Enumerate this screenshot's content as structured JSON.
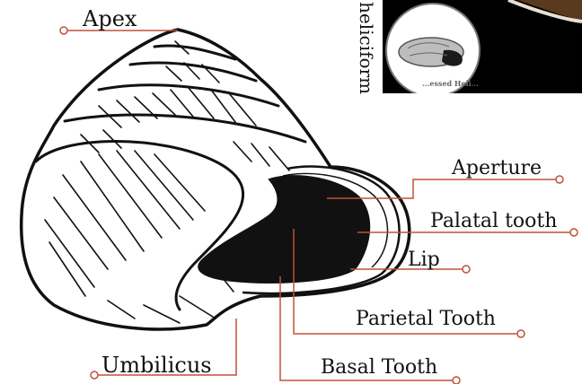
{
  "labels": {
    "apex": "Apex",
    "aperture": "Aperture",
    "palatal_tooth": "Palatal tooth",
    "lip": "Lip",
    "parietal_tooth": "Parietal Tooth",
    "umbilicus": "Umbilicus",
    "basal_tooth": "Basal Tooth"
  },
  "inset": {
    "side_text": "heliciform",
    "caption": "...essed Heli..."
  },
  "colors": {
    "leader_line": "#c0503a",
    "shell_outline": "#111111",
    "aperture_fill": "#111111",
    "inset_background": "#000000"
  }
}
